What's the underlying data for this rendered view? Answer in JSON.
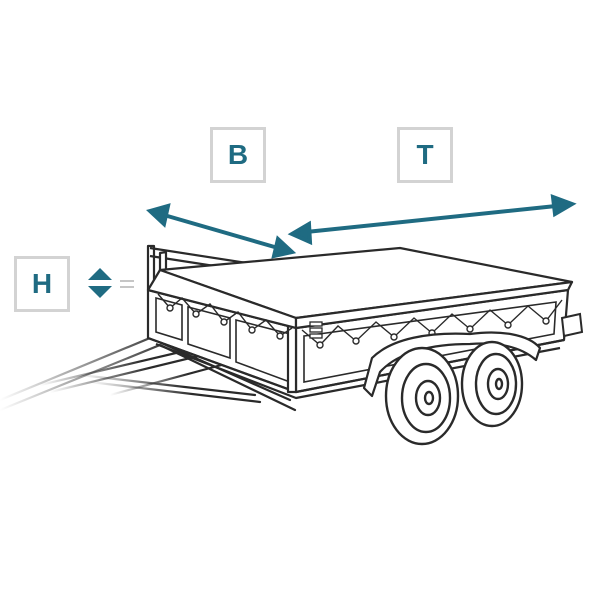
{
  "labels": {
    "width": "B",
    "length": "T",
    "height": "H"
  },
  "colors": {
    "accent": "#1f6b82",
    "outline": "#2a2a2a",
    "label_border": "#d3d3d3",
    "cover": "#ffffff"
  }
}
